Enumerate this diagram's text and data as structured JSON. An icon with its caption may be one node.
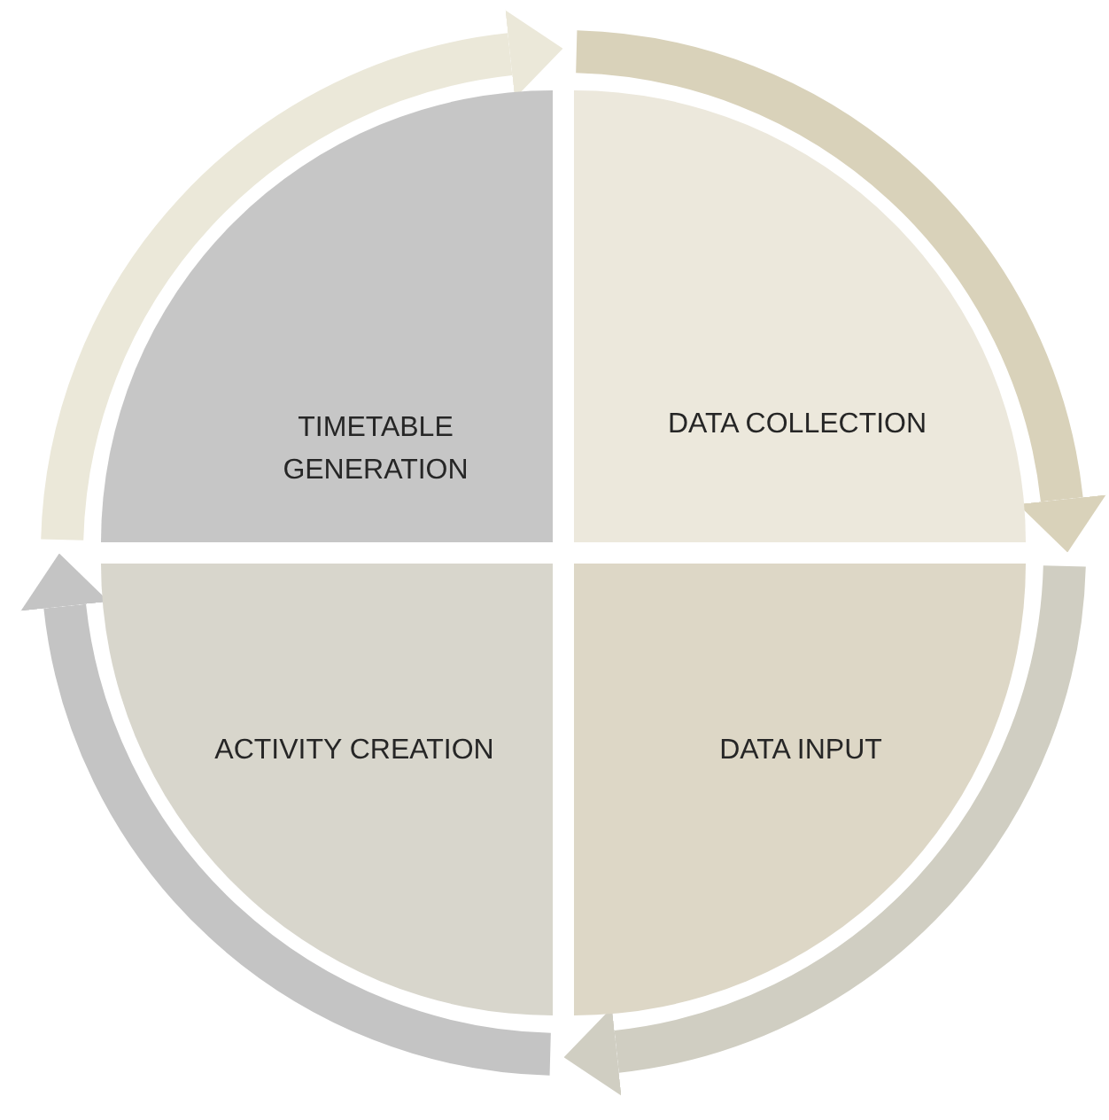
{
  "diagram": {
    "nodes": [
      {
        "text": [
          "TIMETABLE GENERATION"
        ]
      },
      {
        "text": [
          "DATA COLLECTION"
        ]
      },
      {
        "text": [
          "ACTIVITY CREATION"
        ]
      },
      {
        "text": [
          "DATA INPUT"
        ]
      }
    ]
  }
}
